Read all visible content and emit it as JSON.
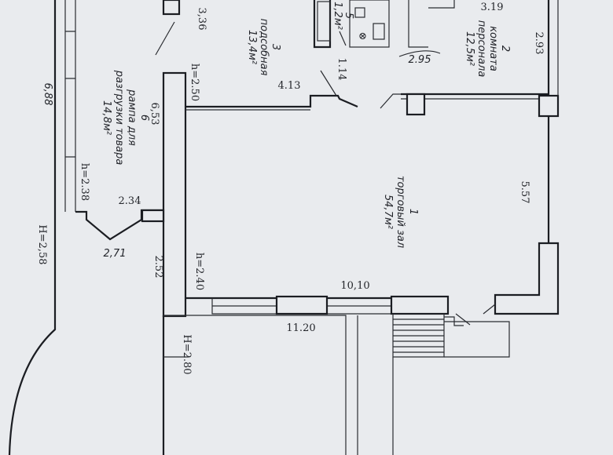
{
  "rooms": {
    "sales_hall": {
      "number": "1",
      "name": "торговый зал",
      "area": "54,7м²"
    },
    "staff_room": {
      "number": "2",
      "name_line1": "комната",
      "name_line2": "персонала",
      "area": "12,5м²"
    },
    "utility": {
      "number": "3",
      "name": "подсобная",
      "area": "13,4м²"
    },
    "toilet": {
      "number": "5",
      "area": "1,2м²"
    },
    "ramp": {
      "number": "6",
      "name_line1": "рампа для",
      "name_line2": "разгрузки товара",
      "area": "14,8м²"
    }
  },
  "dimensions": {
    "d_3_19": "3.19",
    "d_2_93": "2.93",
    "d_2_95": "2.95",
    "d_3_36": "3,36",
    "d_1_14": "1.14",
    "d_4_13": "4.13",
    "d_6_88": "6,88",
    "d_6_53": "6,53",
    "d_5_57": "5.57",
    "d_2_34": "2.34",
    "d_2_71": "2,71",
    "d_2_52": "2.52",
    "d_10_10": "10,10",
    "d_11_20": "11.20"
  },
  "heights": {
    "h_2_50": "h=2.50",
    "h_2_38": "h=2.38",
    "h_2_40": "h=2.40",
    "H_2_58": "H=2,58",
    "H_2_80": "H=2.80"
  }
}
